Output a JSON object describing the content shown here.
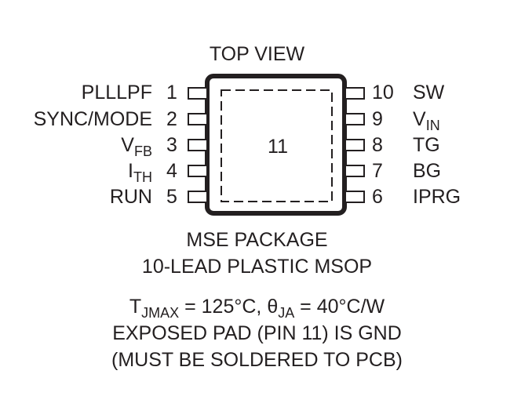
{
  "title": "TOP VIEW",
  "center_pad_number": "11",
  "left_pins": [
    {
      "number": "1",
      "name": "PLLLPF",
      "sub": ""
    },
    {
      "number": "2",
      "name": "SYNC/MODE",
      "sub": ""
    },
    {
      "number": "3",
      "name": "V",
      "sub": "FB"
    },
    {
      "number": "4",
      "name": "I",
      "sub": "TH"
    },
    {
      "number": "5",
      "name": "RUN",
      "sub": ""
    }
  ],
  "right_pins": [
    {
      "number": "10",
      "name": "SW",
      "sub": ""
    },
    {
      "number": "9",
      "name": "V",
      "sub": "IN"
    },
    {
      "number": "8",
      "name": "TG",
      "sub": ""
    },
    {
      "number": "7",
      "name": "BG",
      "sub": ""
    },
    {
      "number": "6",
      "name": "IPRG",
      "sub": ""
    }
  ],
  "package": {
    "line1": "MSE PACKAGE",
    "line2": "10-LEAD PLASTIC MSOP"
  },
  "notes": {
    "t_symbol": "T",
    "t_sub": "JMAX",
    "t_value": " = 125°C, ",
    "theta_symbol": "θ",
    "theta_sub": "JA",
    "theta_value": " = 40°C/W",
    "line2": "EXPOSED PAD (PIN 11) IS GND",
    "line3": "(MUST BE SOLDERED TO PCB)"
  },
  "colors": {
    "ink": "#231f20",
    "background": "#ffffff"
  }
}
